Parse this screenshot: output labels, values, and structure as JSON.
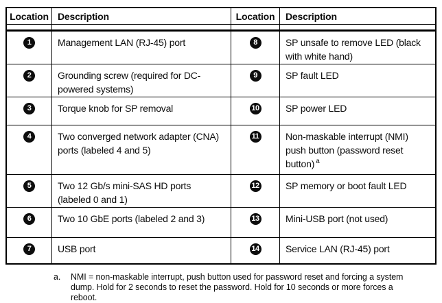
{
  "page": {
    "background": "#ffffff",
    "border_color": "#000000",
    "badge_bg": "#0d0d0d",
    "badge_fg": "#ffffff"
  },
  "table": {
    "headers": {
      "location": "Location",
      "description": "Description"
    },
    "rows": [
      {
        "left": {
          "num": "1",
          "desc": "Management LAN (RJ-45) port"
        },
        "right": {
          "num": "8",
          "desc": "SP unsafe to remove LED (black with white hand)"
        }
      },
      {
        "left": {
          "num": "2",
          "desc": "Grounding screw (required for DC-powered systems)"
        },
        "right": {
          "num": "9",
          "desc": "SP fault LED"
        }
      },
      {
        "left": {
          "num": "3",
          "desc": "Torque knob for SP removal"
        },
        "right": {
          "num": "10",
          "desc": "SP power LED"
        }
      },
      {
        "left": {
          "num": "4",
          "desc": "Two converged network adapter (CNA) ports (labeled 4 and 5)"
        },
        "right": {
          "num": "11",
          "desc": "Non-maskable interrupt (NMI) push button (password reset button)",
          "sup": "a"
        }
      },
      {
        "left": {
          "num": "5",
          "desc": "Two 12 Gb/s mini-SAS HD ports (labeled 0 and 1)"
        },
        "right": {
          "num": "12",
          "desc": "SP memory or boot fault LED"
        }
      },
      {
        "left": {
          "num": "6",
          "desc": "Two 10 GbE ports (labeled 2 and 3)"
        },
        "right": {
          "num": "13",
          "desc": "Mini-USB port (not used)"
        }
      },
      {
        "left": {
          "num": "7",
          "desc": "USB port"
        },
        "right": {
          "num": "14",
          "desc": "Service LAN (RJ-45) port"
        }
      }
    ]
  },
  "footnote": {
    "marker": "a.",
    "text": "NMI = non-maskable interrupt, push button used for password reset and forcing a system dump. Hold for 2 seconds to reset the password. Hold for 10 seconds or more forces a reboot."
  }
}
